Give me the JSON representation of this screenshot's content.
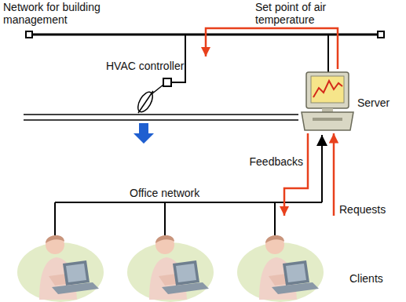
{
  "diagram": {
    "nodes": [
      {
        "text": [
          "HVAC controller"
        ]
      },
      {
        "text": [
          "Server"
        ]
      },
      {
        "text": [
          "Clients"
        ]
      }
    ],
    "edges": [
      {
        "from": 1,
        "to": 0,
        "arrow": "to",
        "label": "Set point of air temperature"
      },
      {
        "from": 1,
        "to": 2,
        "arrow": "to",
        "label": "Feedbacks"
      },
      {
        "from": 2,
        "to": 1,
        "arrow": "to",
        "label": "Requests"
      }
    ],
    "labels": [
      "Network for building management",
      "Office network"
    ]
  }
}
